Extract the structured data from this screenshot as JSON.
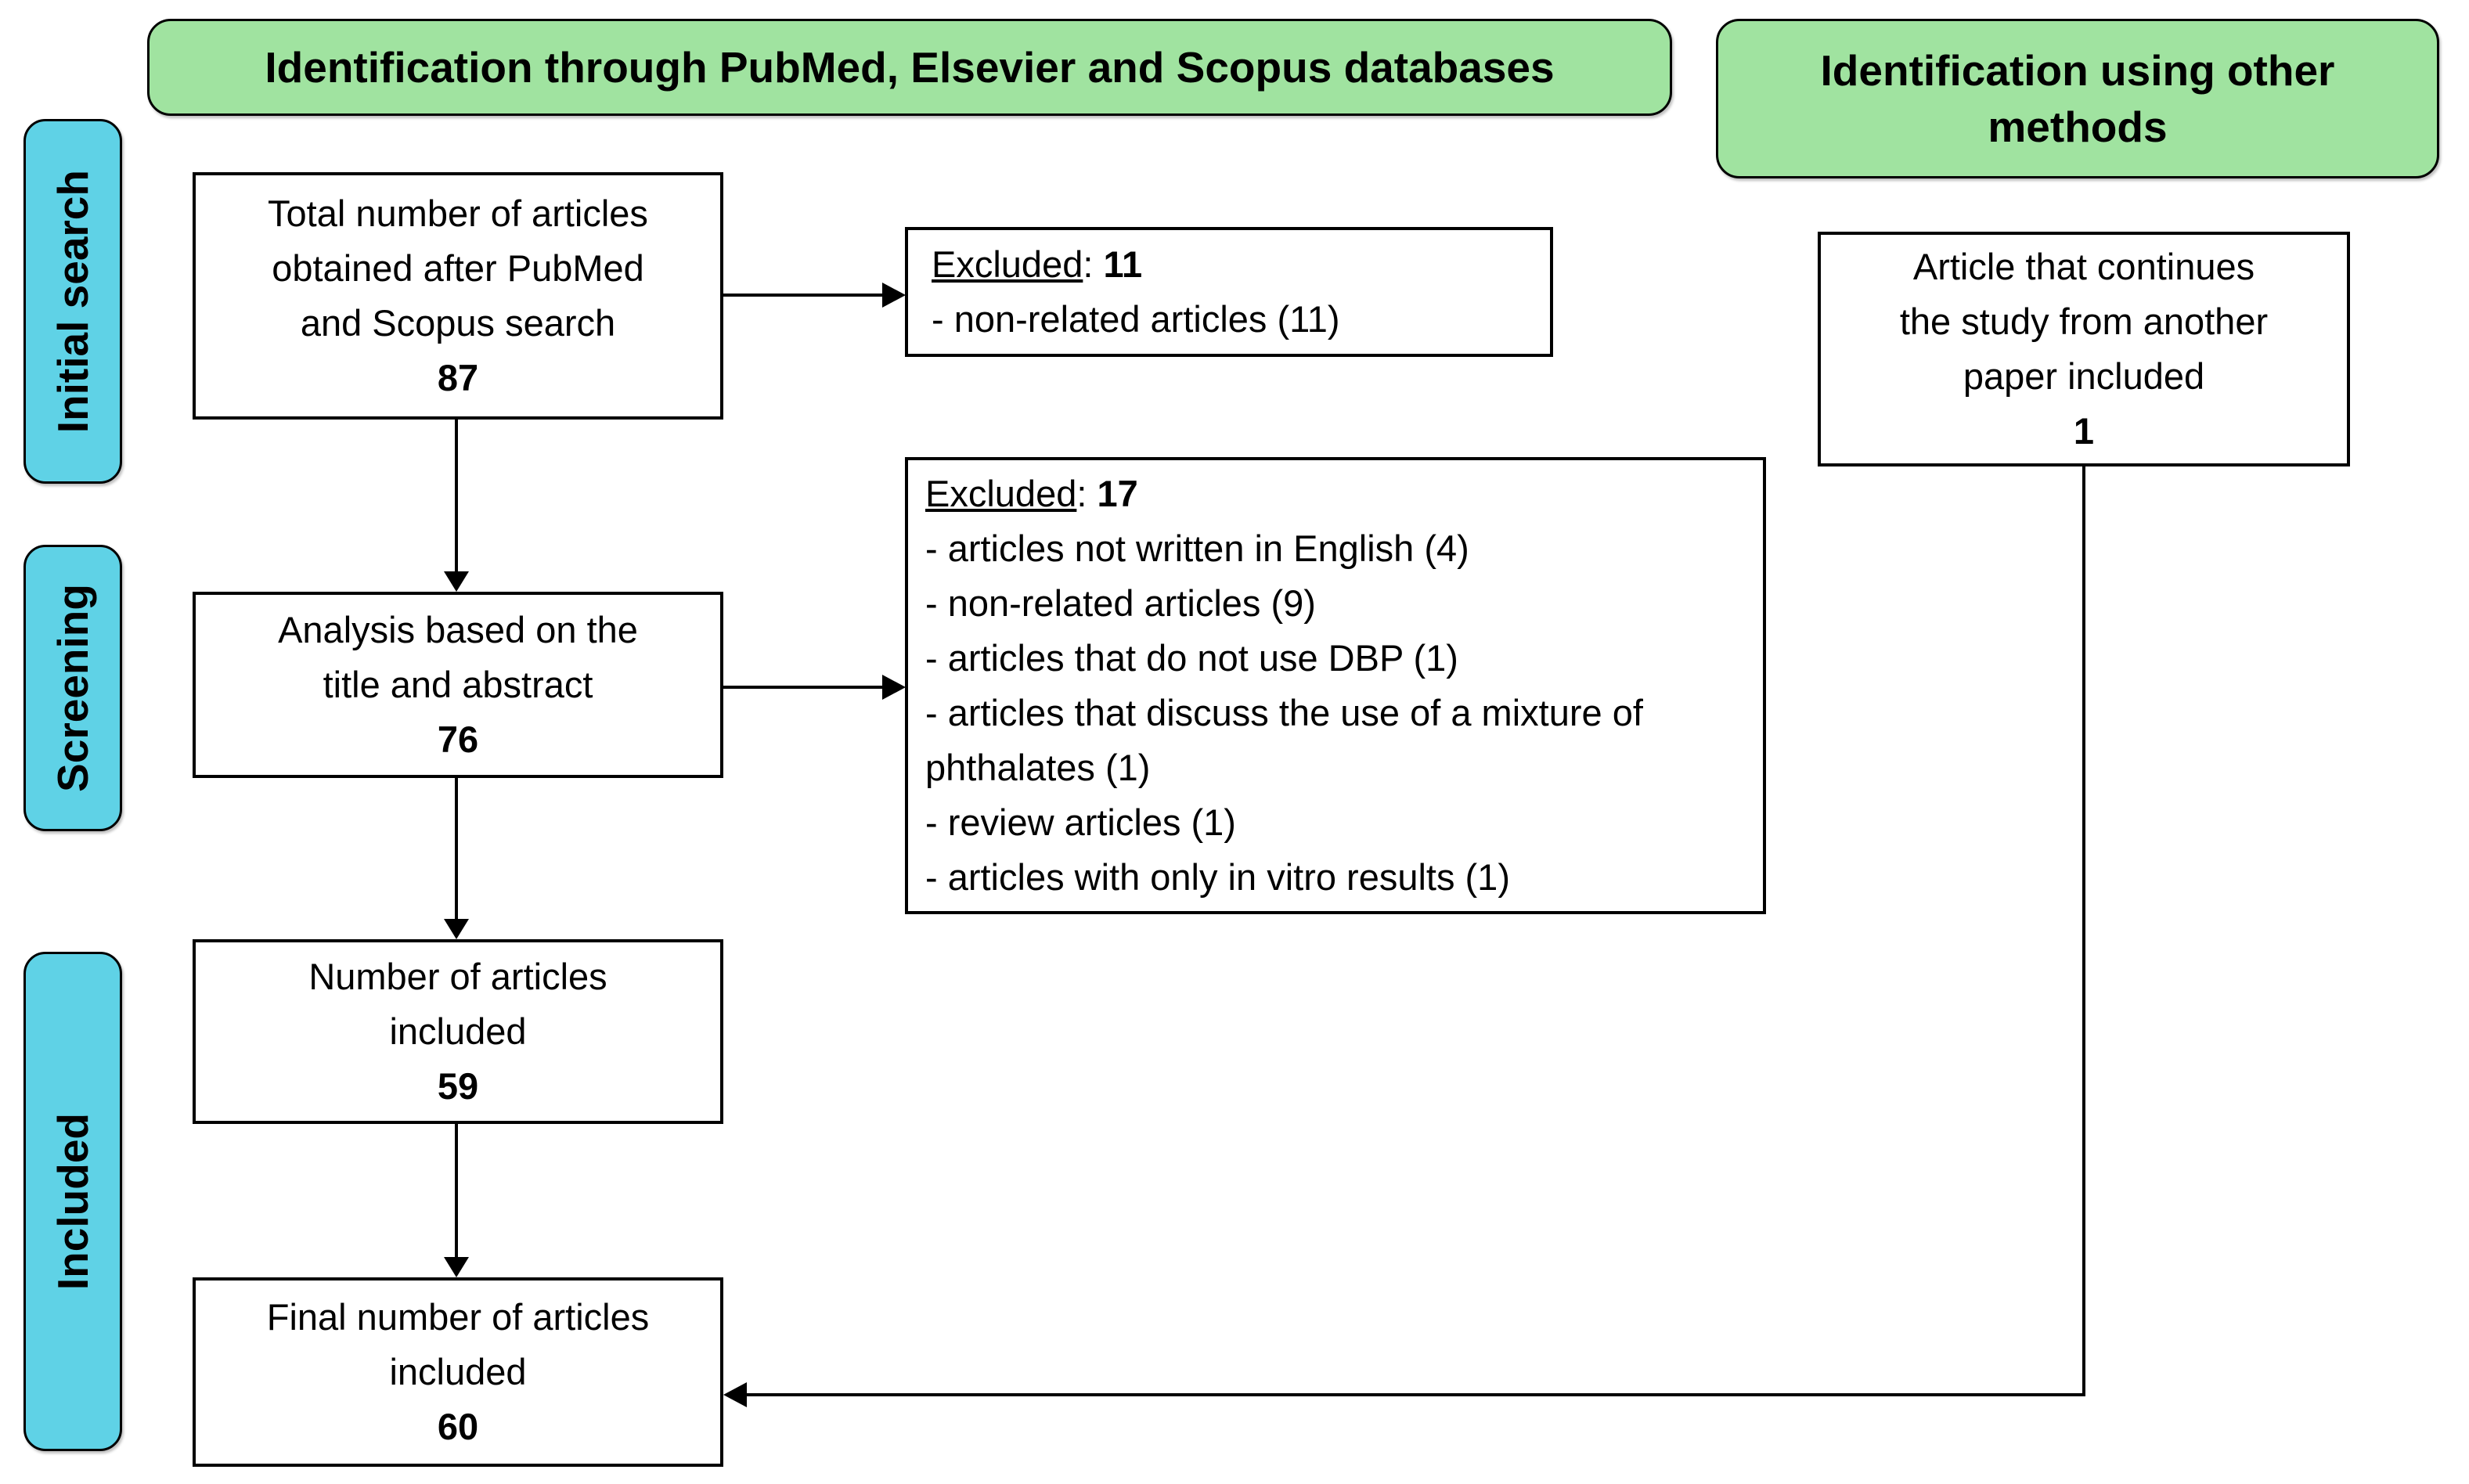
{
  "diagram": {
    "banner_left": "Identification through PubMed, Elsevier and Scopus databases",
    "banner_right": "Identification using other methods",
    "stages": {
      "initial_search": "Initial search",
      "screening": "Screening",
      "included": "Included"
    },
    "boxes": {
      "box1": {
        "line1": "Total number of articles",
        "line2": "obtained after PubMed",
        "line3": "and Scopus search",
        "count": "87"
      },
      "box2": {
        "line1": "Analysis based on the",
        "line2": "title and abstract",
        "count": "76"
      },
      "box3": {
        "line1": "Number of articles",
        "line2": "included",
        "count": "59"
      },
      "box4": {
        "line1": "Final number of articles",
        "line2": "included",
        "count": "60"
      },
      "side": {
        "line1": "Article that continues",
        "line2": "the study from another",
        "line3": "paper included",
        "count": "1"
      }
    },
    "excluded1": {
      "label": "Excluded",
      "colon": ":",
      "count": "11",
      "item1": "- non-related articles (11)"
    },
    "excluded2": {
      "label": "Excluded",
      "colon": ":",
      "count": "17",
      "item1": "- articles not written in English (4)",
      "item2": "- non-related articles (9)",
      "item3": "- articles that do not use DBP (1)",
      "item4": "- articles that discuss the use of a mixture of phthalates (1)",
      "item5": "- review articles (1)",
      "item6": "- articles with only in vitro results (1)"
    },
    "colors": {
      "pill_green": "#A0E3A0",
      "tag_cyan": "#5FD2E6",
      "box_border": "#000000",
      "background": "#FFFFFF"
    }
  }
}
